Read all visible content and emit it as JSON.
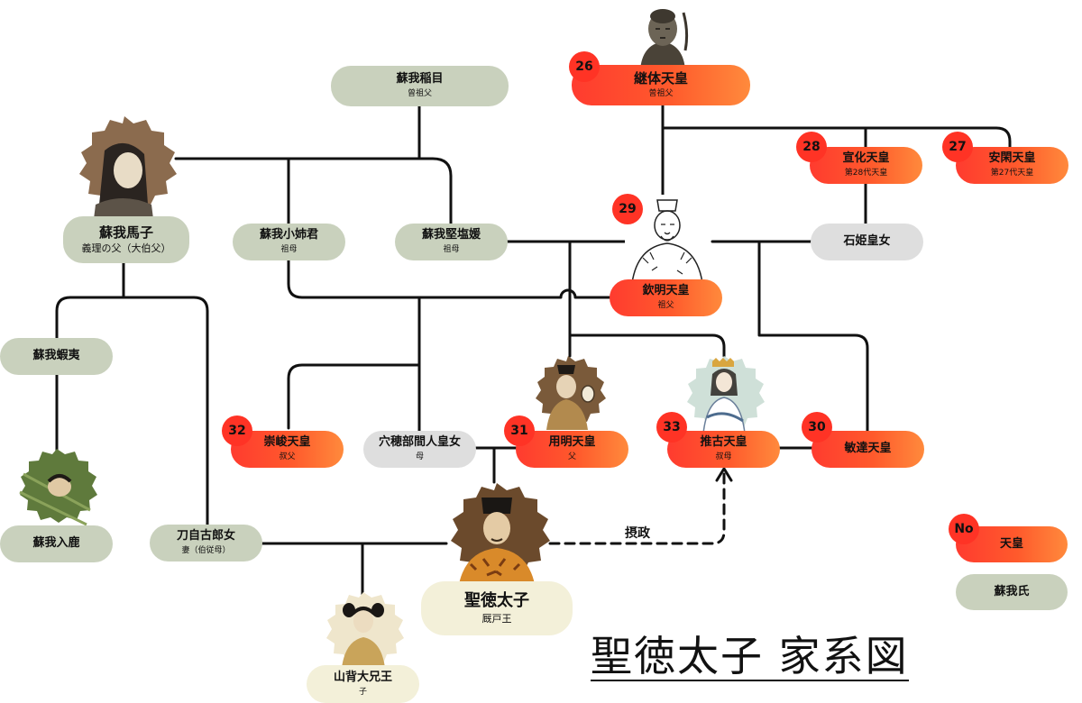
{
  "title": "聖徳太子 家系図",
  "colors": {
    "emperor": "#ff4a2e",
    "soga": "#c9d1bd",
    "grey": "#dedede",
    "cream": "#f3f0d9",
    "badge": "#ff3325"
  },
  "nodes": {
    "soga_iname": {
      "name": "蘇我稲目",
      "sub": "曾祖父"
    },
    "keitai": {
      "name": "継体天皇",
      "sub": "曽祖父",
      "no": "26"
    },
    "soga_umako": {
      "name": "蘇我馬子",
      "sub": "義理の父（大伯父）"
    },
    "senka": {
      "name": "宣化天皇",
      "sub": "第28代天皇",
      "no": "28"
    },
    "ankan": {
      "name": "安閑天皇",
      "sub": "第27代天皇",
      "no": "27"
    },
    "oane": {
      "name": "蘇我小姉君",
      "sub": "祖母"
    },
    "kitashihime": {
      "name": "蘇我堅塩媛",
      "sub": "祖母"
    },
    "ishihime": {
      "name": "石姫皇女"
    },
    "kinmei": {
      "name": "欽明天皇",
      "sub": "祖父",
      "no": "29"
    },
    "emishi": {
      "name": "蘇我蝦夷"
    },
    "sushun": {
      "name": "崇峻天皇",
      "sub": "叔父",
      "no": "32"
    },
    "anahobe": {
      "name": "穴穂部間人皇女",
      "sub": "母"
    },
    "yomei": {
      "name": "用明天皇",
      "sub": "父",
      "no": "31"
    },
    "suiko": {
      "name": "推古天皇",
      "sub": "叔母",
      "no": "33"
    },
    "bidatsu": {
      "name": "敏達天皇",
      "no": "30"
    },
    "iruka": {
      "name": "蘇我入鹿"
    },
    "tojiko": {
      "name": "刀自古郎女",
      "sub": "妻（伯従母）"
    },
    "shotoku": {
      "name": "聖徳太子",
      "sub": "厩戸王"
    },
    "yamashiro": {
      "name": "山背大兄王",
      "sub": "子"
    }
  },
  "regent_label": "摂政",
  "legend": {
    "no": "No",
    "emperor": "天皇",
    "soga": "蘇我氏"
  }
}
